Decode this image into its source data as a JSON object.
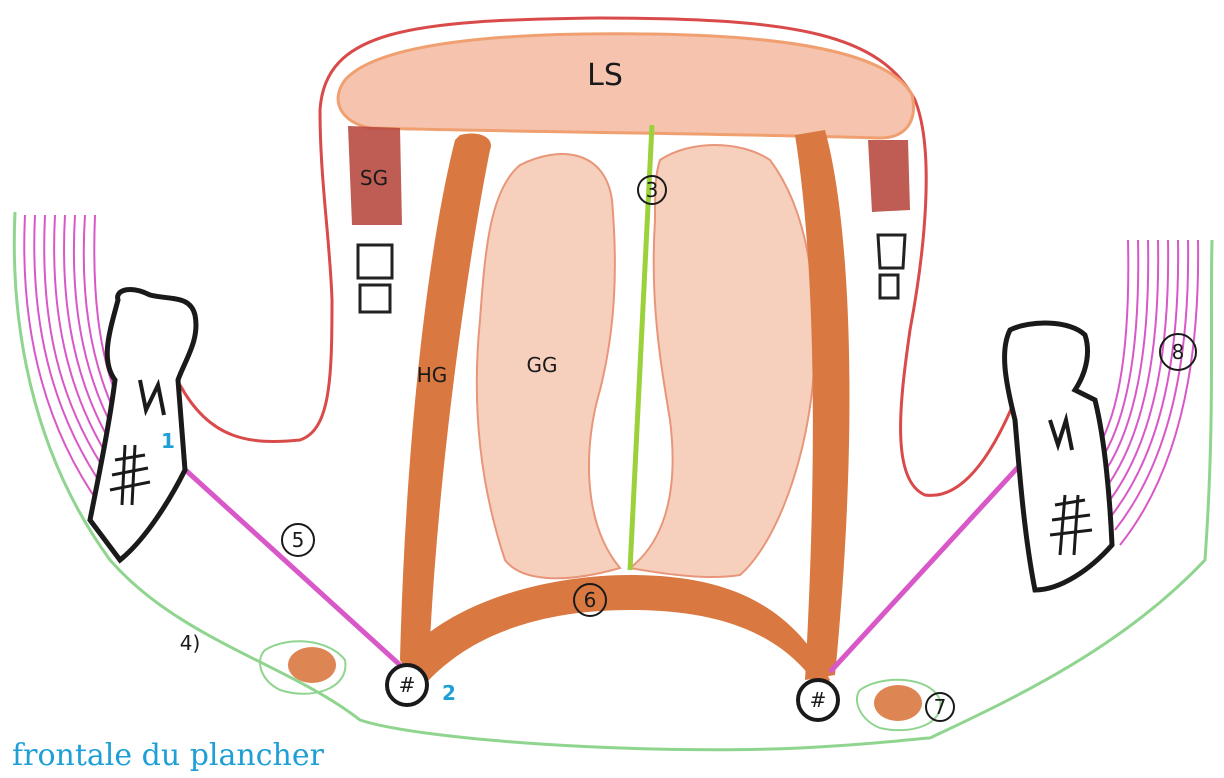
{
  "diagram": {
    "labels": {
      "ls": "LS",
      "sg": "SG",
      "hg": "HG",
      "gg": "GG",
      "n1": "1",
      "n2": "2",
      "n3": "3",
      "n4": "4)",
      "n5": "5",
      "n6": "6",
      "n7": "7",
      "n8": "8"
    },
    "caption": "frontale du plancher"
  },
  "colors": {
    "outline_red": "#d94a4a",
    "outline_green": "#8fd58f",
    "muscle_orange": "#d97840",
    "pink_fill": "#f6c4ae",
    "dark_red": "#b84a40",
    "magenta": "#d858c8",
    "lime": "#9bd13a",
    "blue_label": "#1e9fd6"
  }
}
